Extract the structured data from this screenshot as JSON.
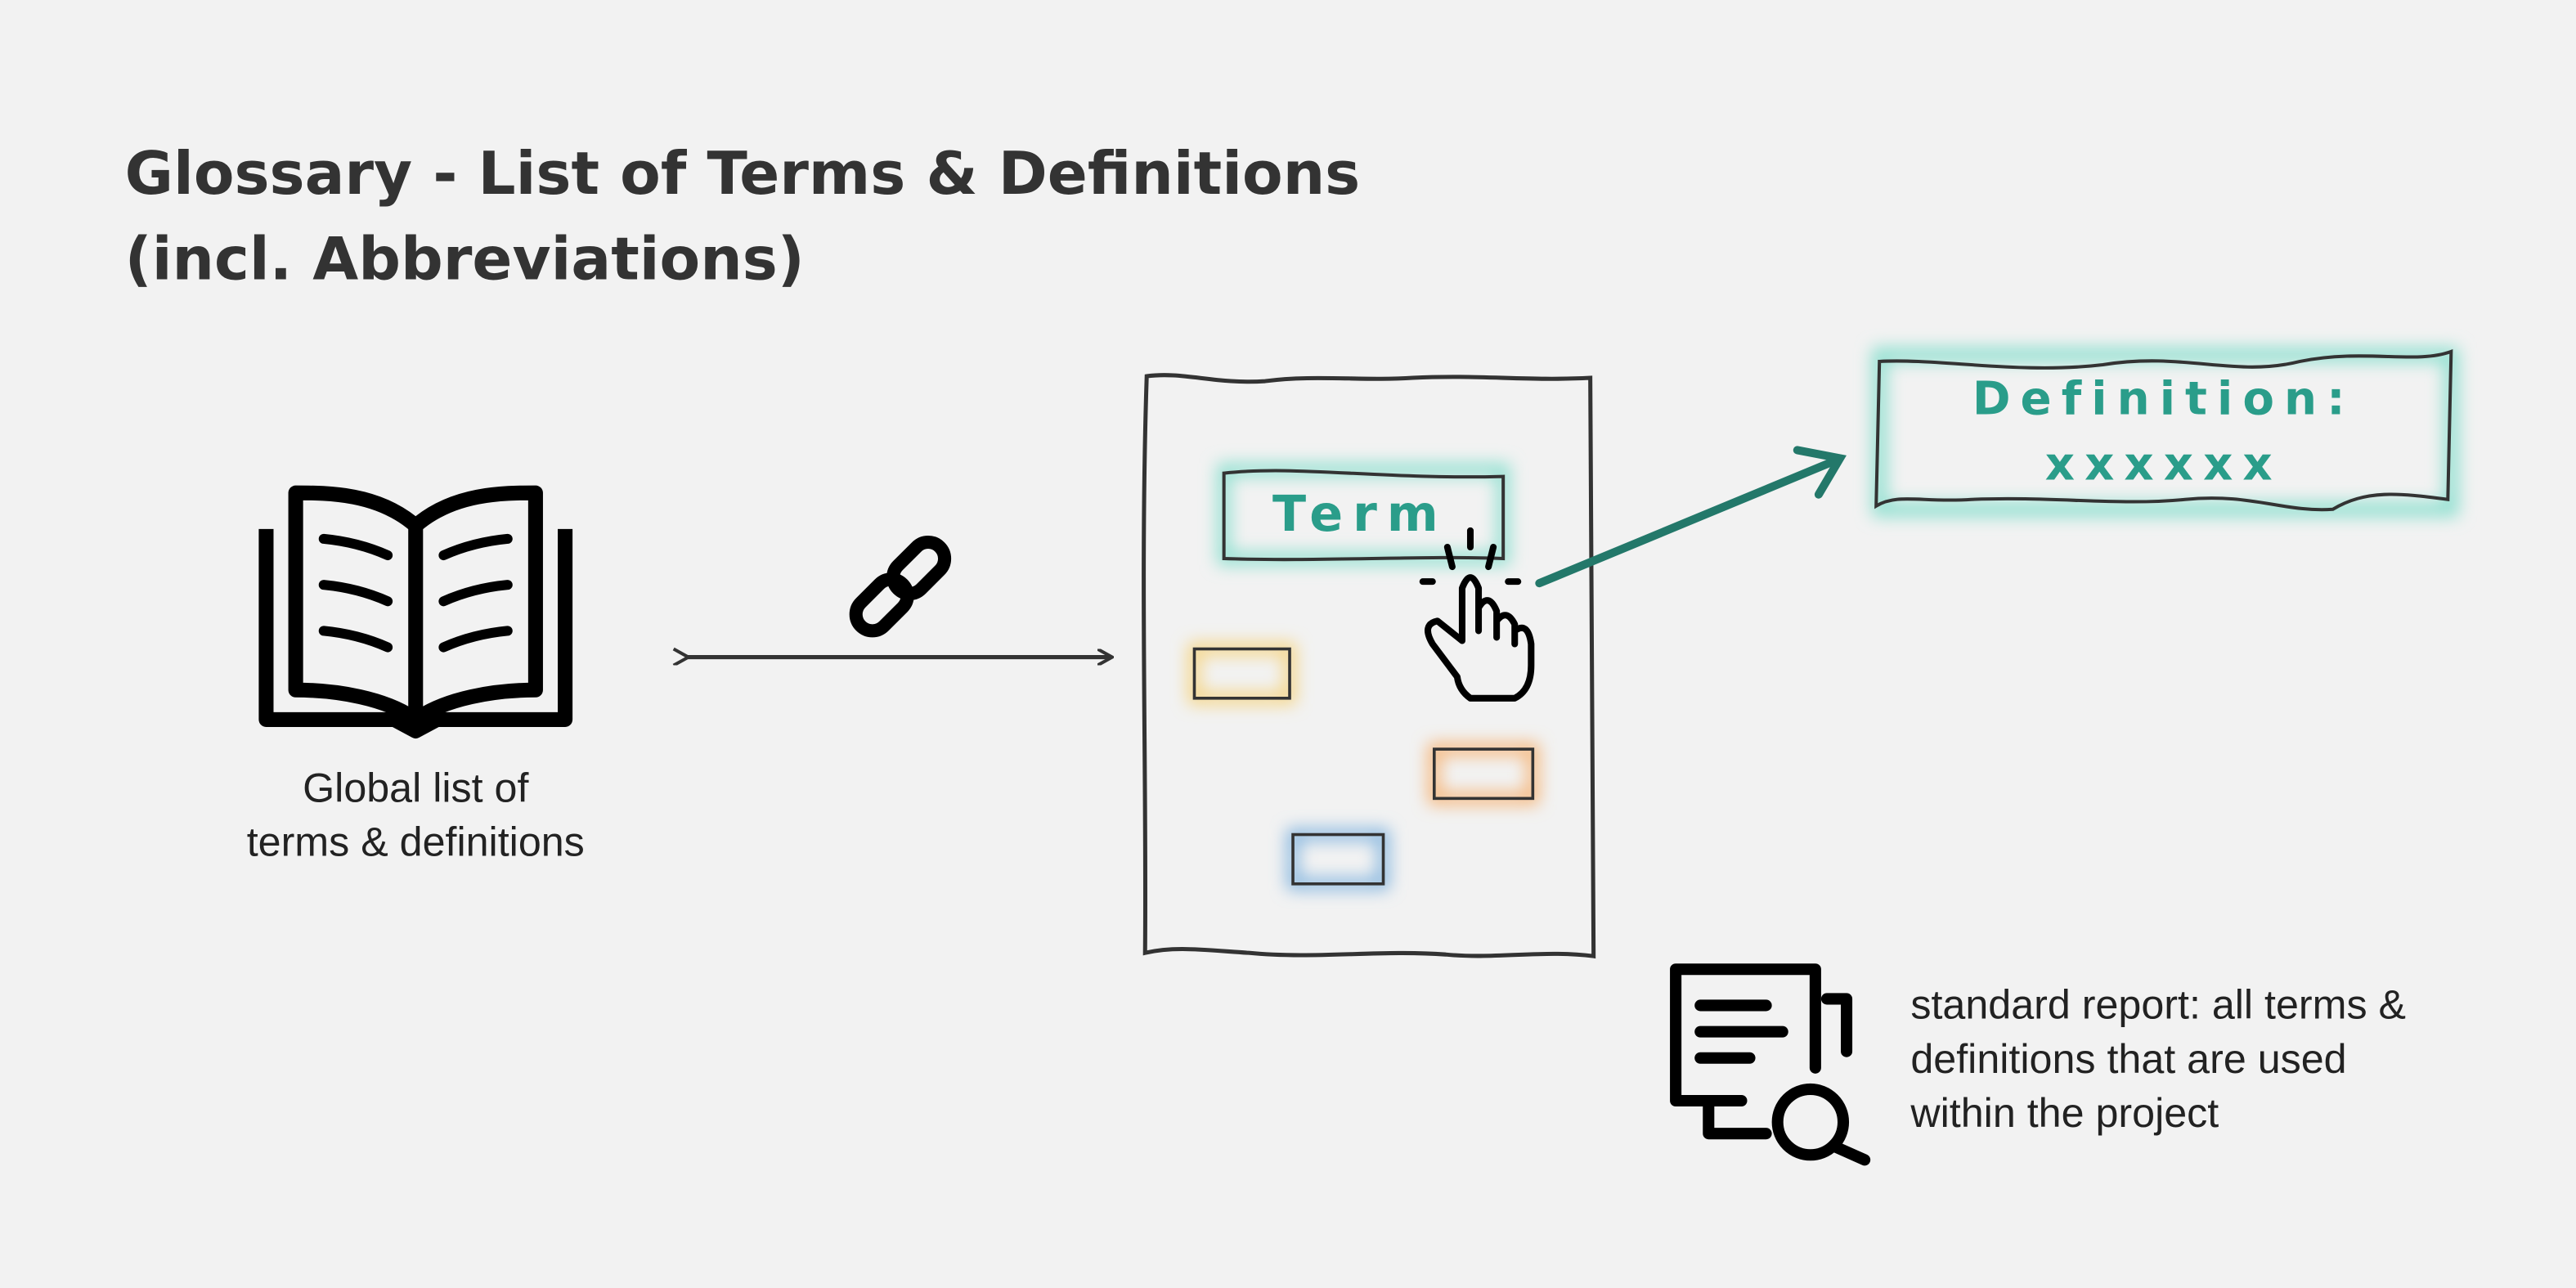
{
  "title": {
    "line1": "Glossary - List of Terms & Definitions",
    "line2": "(incl. Abbreviations)"
  },
  "global_list": {
    "line1": "Global list of",
    "line2": "terms & definitions",
    "icon": "open-book-icon"
  },
  "link_icon": "chain-link-icon",
  "document": {
    "term_label": "Term",
    "highlight_colors": {
      "term": "#8fe0d0",
      "yellow": "#f5d27a",
      "orange": "#f5b070",
      "blue": "#7fb2de"
    }
  },
  "definition": {
    "line1": "Definition:",
    "line2": "xxxxxx"
  },
  "report": {
    "icon": "report-search-icon",
    "lines": [
      "standard report: all terms &",
      "definitions that are used",
      "within the project"
    ]
  },
  "colors": {
    "accent": "#2a9d8a",
    "arrow": "#23786a",
    "ink": "#333333",
    "background": "#f2f2f2"
  }
}
